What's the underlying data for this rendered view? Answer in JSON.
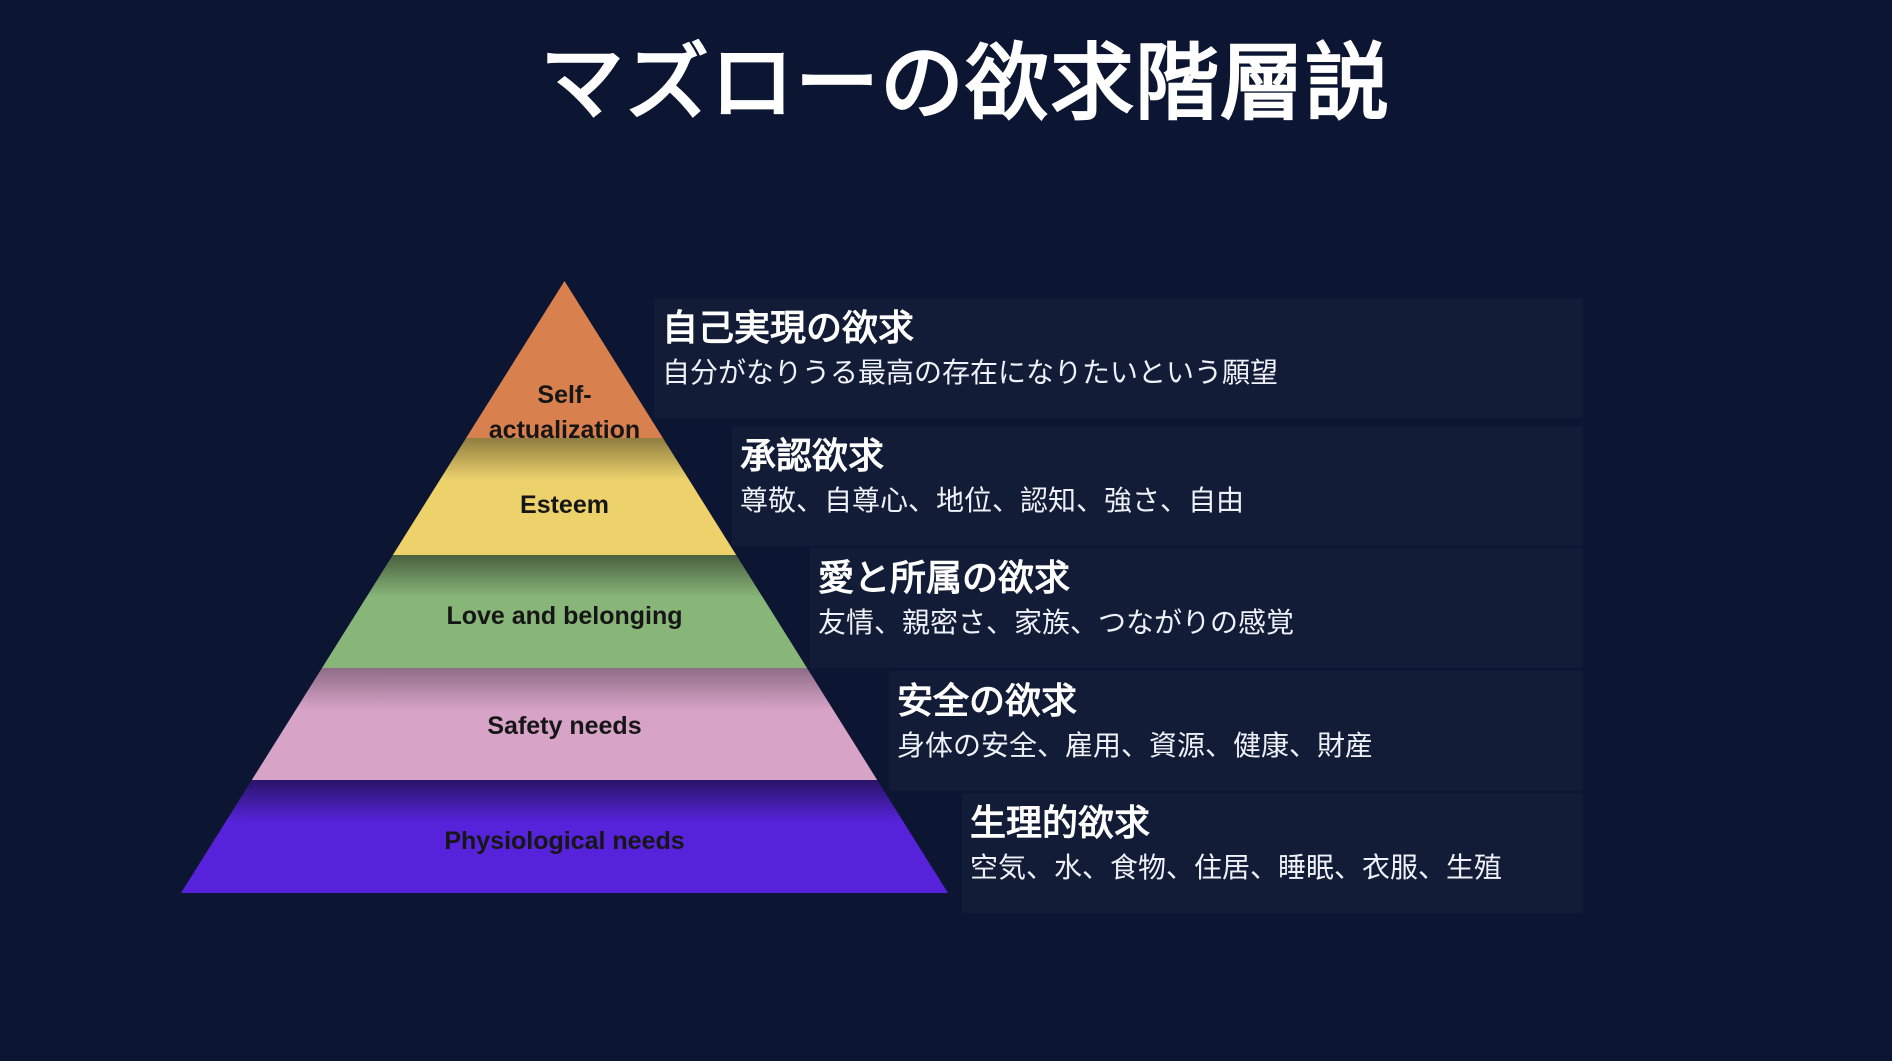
{
  "page": {
    "background": "#0C1531",
    "title": "マズローの欲求階層説"
  },
  "pyramid": {
    "label_text_color": "#161616",
    "levels": [
      {
        "en": "Self-\nactualization",
        "jp_title": "自己実現の欲求",
        "jp_desc": "自分がなりうる最高の存在になりたいという願望",
        "color": "#D8804E",
        "color_dark": "#D8804E"
      },
      {
        "en": "Esteem",
        "jp_title": "承認欲求",
        "jp_desc": "尊敬、自尊心、地位、認知、強さ、自由",
        "color": "#EDD26C",
        "color_dark": "#8F7C40"
      },
      {
        "en": "Love and belonging",
        "jp_title": "愛と所属の欲求",
        "jp_desc": "友情、親密さ、家族、つながりの感覚",
        "color": "#88B578",
        "color_dark": "#49603F"
      },
      {
        "en": "Safety needs",
        "jp_title": "安全の欲求",
        "jp_desc": "身体の安全、雇用、資源、健康、財産",
        "color": "#D7A3C7",
        "color_dark": "#8E6C86"
      },
      {
        "en": "Physiological needs",
        "jp_title": "生理的欲求",
        "jp_desc": "空気、水、食物、住居、睡眠、衣服、生殖",
        "color": "#5623DA",
        "color_dark": "#2A1468"
      }
    ]
  }
}
